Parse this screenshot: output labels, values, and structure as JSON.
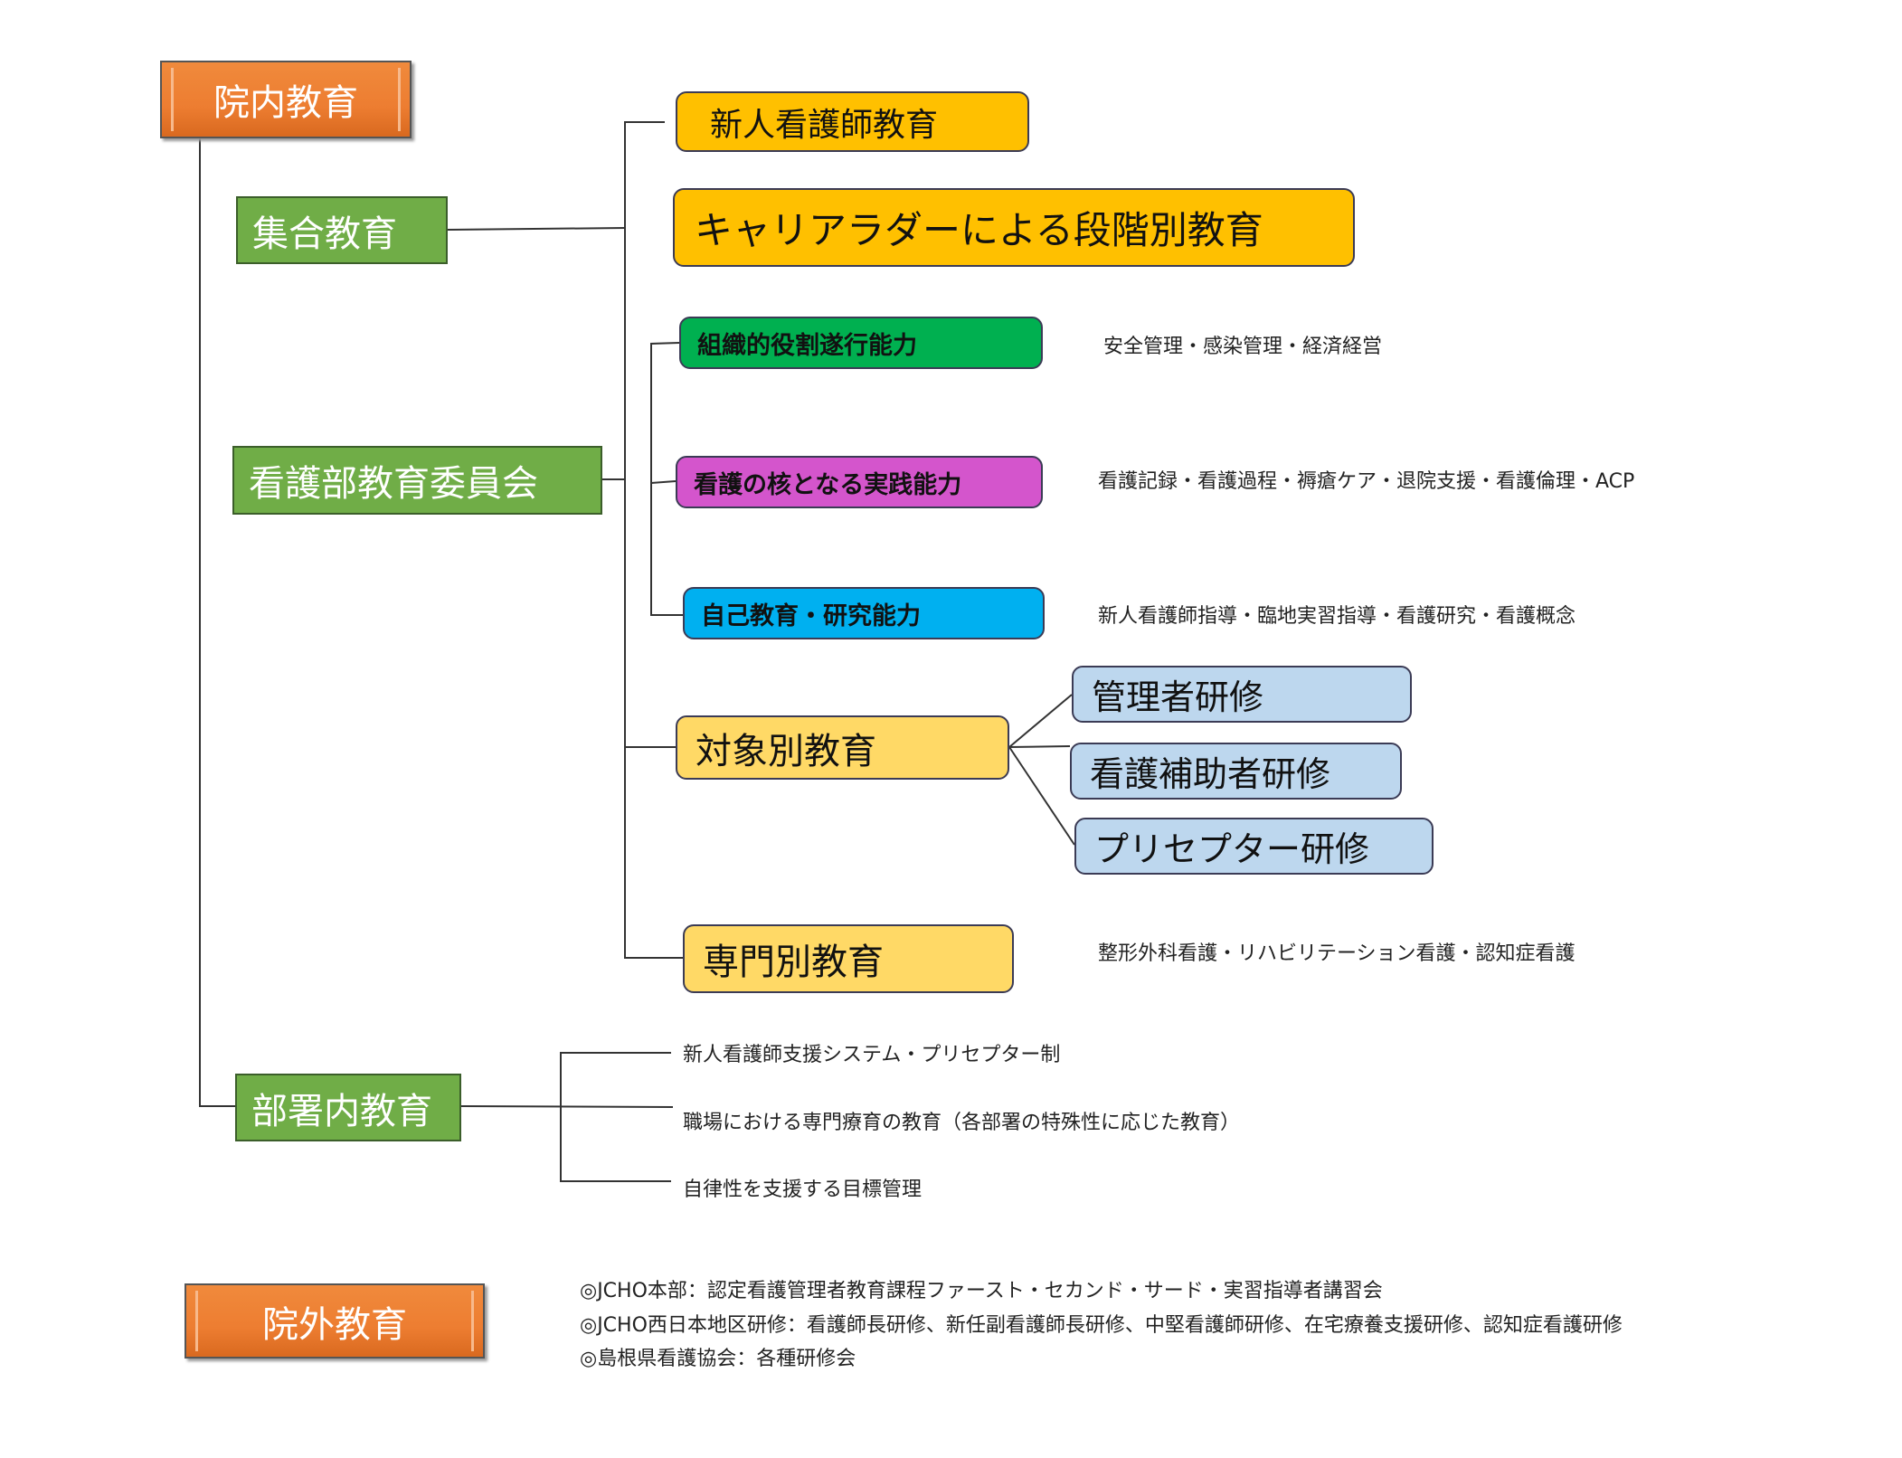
{
  "root_internal": "院内教育",
  "root_external": "院外教育",
  "group_collective": "集合教育",
  "group_committee": "看護部教育委員会",
  "group_department": "部署内教育",
  "collective_items": [
    "新人看護師教育",
    "キャリアラダーによる段階別教育"
  ],
  "ladder_items": [
    {
      "label": "組織的役割遂行能力",
      "color": "#00B050",
      "detail": "安全管理・感染管理・経済経営"
    },
    {
      "label": "看護の核となる実践能力",
      "color": "#D455CC",
      "detail": "看護記録・看護過程・褥瘡ケア・退院支援・看護倫理・ACP"
    },
    {
      "label": "自己教育・研究能力",
      "color": "#00B0F0",
      "detail": "新人看護師指導・臨地実習指導・看護研究・看護概念"
    }
  ],
  "target_education": "対象別教育",
  "target_items": [
    "管理者研修",
    "看護補助者研修",
    "プリセプター研修"
  ],
  "specialty_education": "専門別教育",
  "specialty_detail": "整形外科看護・リハビリテーション看護・認知症看護",
  "department_items": [
    "新人看護師支援システム・プリセプター制",
    "職場における専門療育の教育（各部署の特殊性に応じた教育）",
    "自律性を支援する目標管理"
  ],
  "external_items": [
    "◎JCHO本部：認定看護管理者教育課程ファースト・セカンド・サード・実習指導者講習会",
    "◎JCHO西日本地区研修：看護師長研修、新任副看護師長研修、中堅看護師研修、在宅療養支援研修、認知症看護研修",
    "◎島根県看護協会：各種研修会"
  ]
}
